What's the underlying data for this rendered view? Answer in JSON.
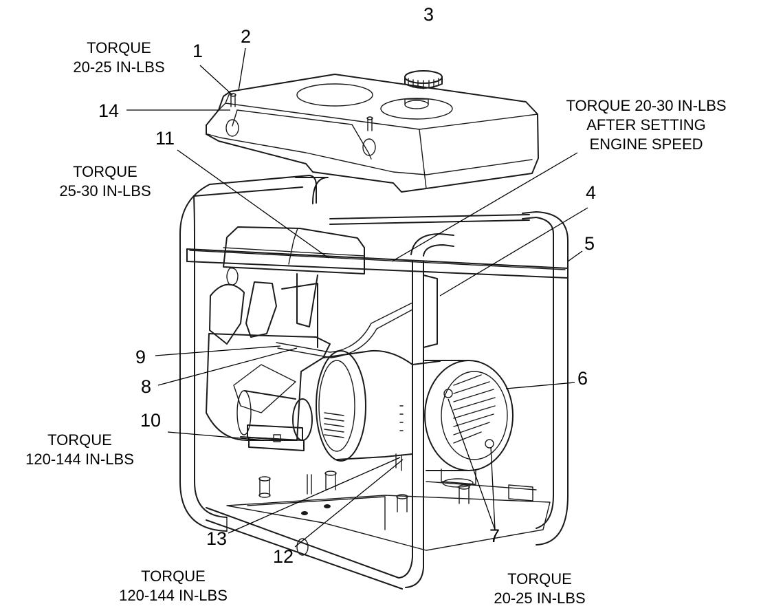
{
  "callouts": [
    {
      "id": "1",
      "label": "1"
    },
    {
      "id": "2",
      "label": "2"
    },
    {
      "id": "3",
      "label": "3"
    },
    {
      "id": "4",
      "label": "4"
    },
    {
      "id": "5",
      "label": "5"
    },
    {
      "id": "6",
      "label": "6"
    },
    {
      "id": "7",
      "label": "7"
    },
    {
      "id": "8",
      "label": "8"
    },
    {
      "id": "9",
      "label": "9"
    },
    {
      "id": "10",
      "label": "10"
    },
    {
      "id": "11",
      "label": "11"
    },
    {
      "id": "12",
      "label": "12"
    },
    {
      "id": "13",
      "label": "13"
    },
    {
      "id": "14",
      "label": "14"
    }
  ],
  "torque_notes": {
    "tank_bolt": [
      "TORQUE",
      "20-25 IN-LBS"
    ],
    "governor": [
      "TORQUE 20-30 IN-LBS",
      "AFTER SETTING",
      "ENGINE SPEED"
    ],
    "panel": [
      "TORQUE",
      "25-30 IN-LBS"
    ],
    "engine_mount": [
      "TORQUE",
      "120-144 IN-LBS"
    ],
    "alternator_mount": [
      "TORQUE",
      "120-144 IN-LBS"
    ],
    "end_cover": [
      "TORQUE",
      "20-25 IN-LBS"
    ]
  }
}
